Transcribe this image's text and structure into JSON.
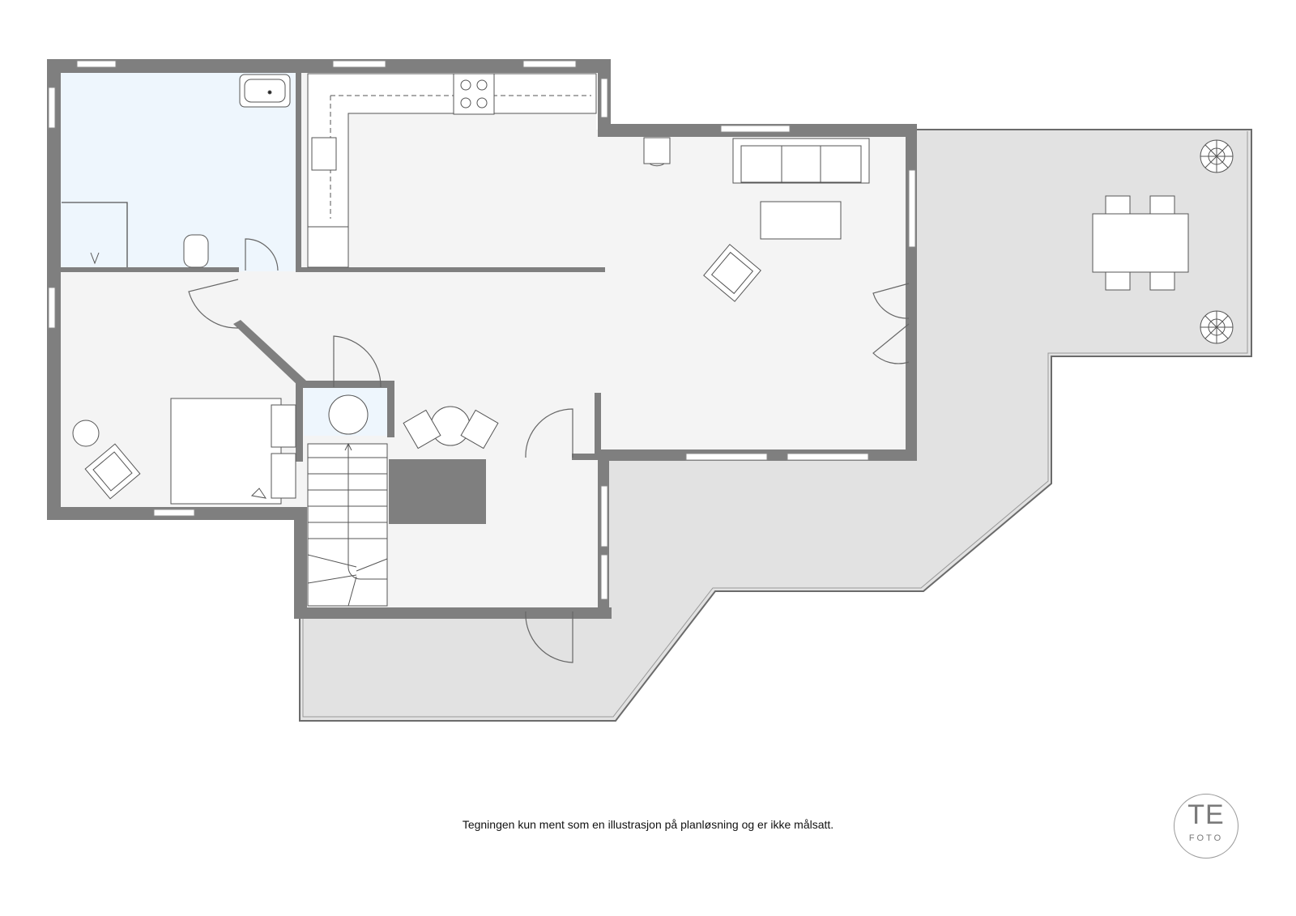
{
  "caption": "Tegningen kun ment som en illustrasjon på planløsning og er ikke målsatt.",
  "logo": {
    "main": "TE",
    "sub": "FOTO"
  },
  "colors": {
    "wall": "#7f7f7f",
    "floor": "#f4f4f4",
    "wet_room": "#eef6fd",
    "terrace": "#e2e2e2",
    "terrace_light": "#eaeaea",
    "stair_core": "#808080",
    "background": "#ffffff",
    "furniture_stroke": "#555555"
  },
  "rooms": [
    {
      "id": "bathroom",
      "type": "wet-room",
      "fixtures": [
        "bathtub",
        "shower",
        "floor-drain",
        "toilet"
      ]
    },
    {
      "id": "kitchen",
      "type": "kitchen",
      "fixtures": [
        "counter-l-shape",
        "cooktop-4-burner",
        "sink",
        "fridge"
      ]
    },
    {
      "id": "living-room",
      "type": "living",
      "fixtures": [
        "sofa-3-seat",
        "coffee-table",
        "armchair",
        "side-chair"
      ]
    },
    {
      "id": "bedroom",
      "type": "bedroom",
      "fixtures": [
        "double-bed",
        "nightstand",
        "wardrobe",
        "armchair",
        "round-lamp"
      ]
    },
    {
      "id": "hallway",
      "type": "hall",
      "fixtures": [
        "round-table",
        "two-chairs"
      ]
    },
    {
      "id": "laundry",
      "type": "wet-room",
      "fixtures": [
        "washer"
      ]
    },
    {
      "id": "staircase",
      "type": "stairs",
      "fixtures": [
        "stairs"
      ]
    },
    {
      "id": "entrance",
      "type": "entry",
      "fixtures": []
    },
    {
      "id": "terrace",
      "type": "outdoor",
      "fixtures": [
        "dining-table",
        "four-chairs",
        "two-plants"
      ]
    }
  ]
}
